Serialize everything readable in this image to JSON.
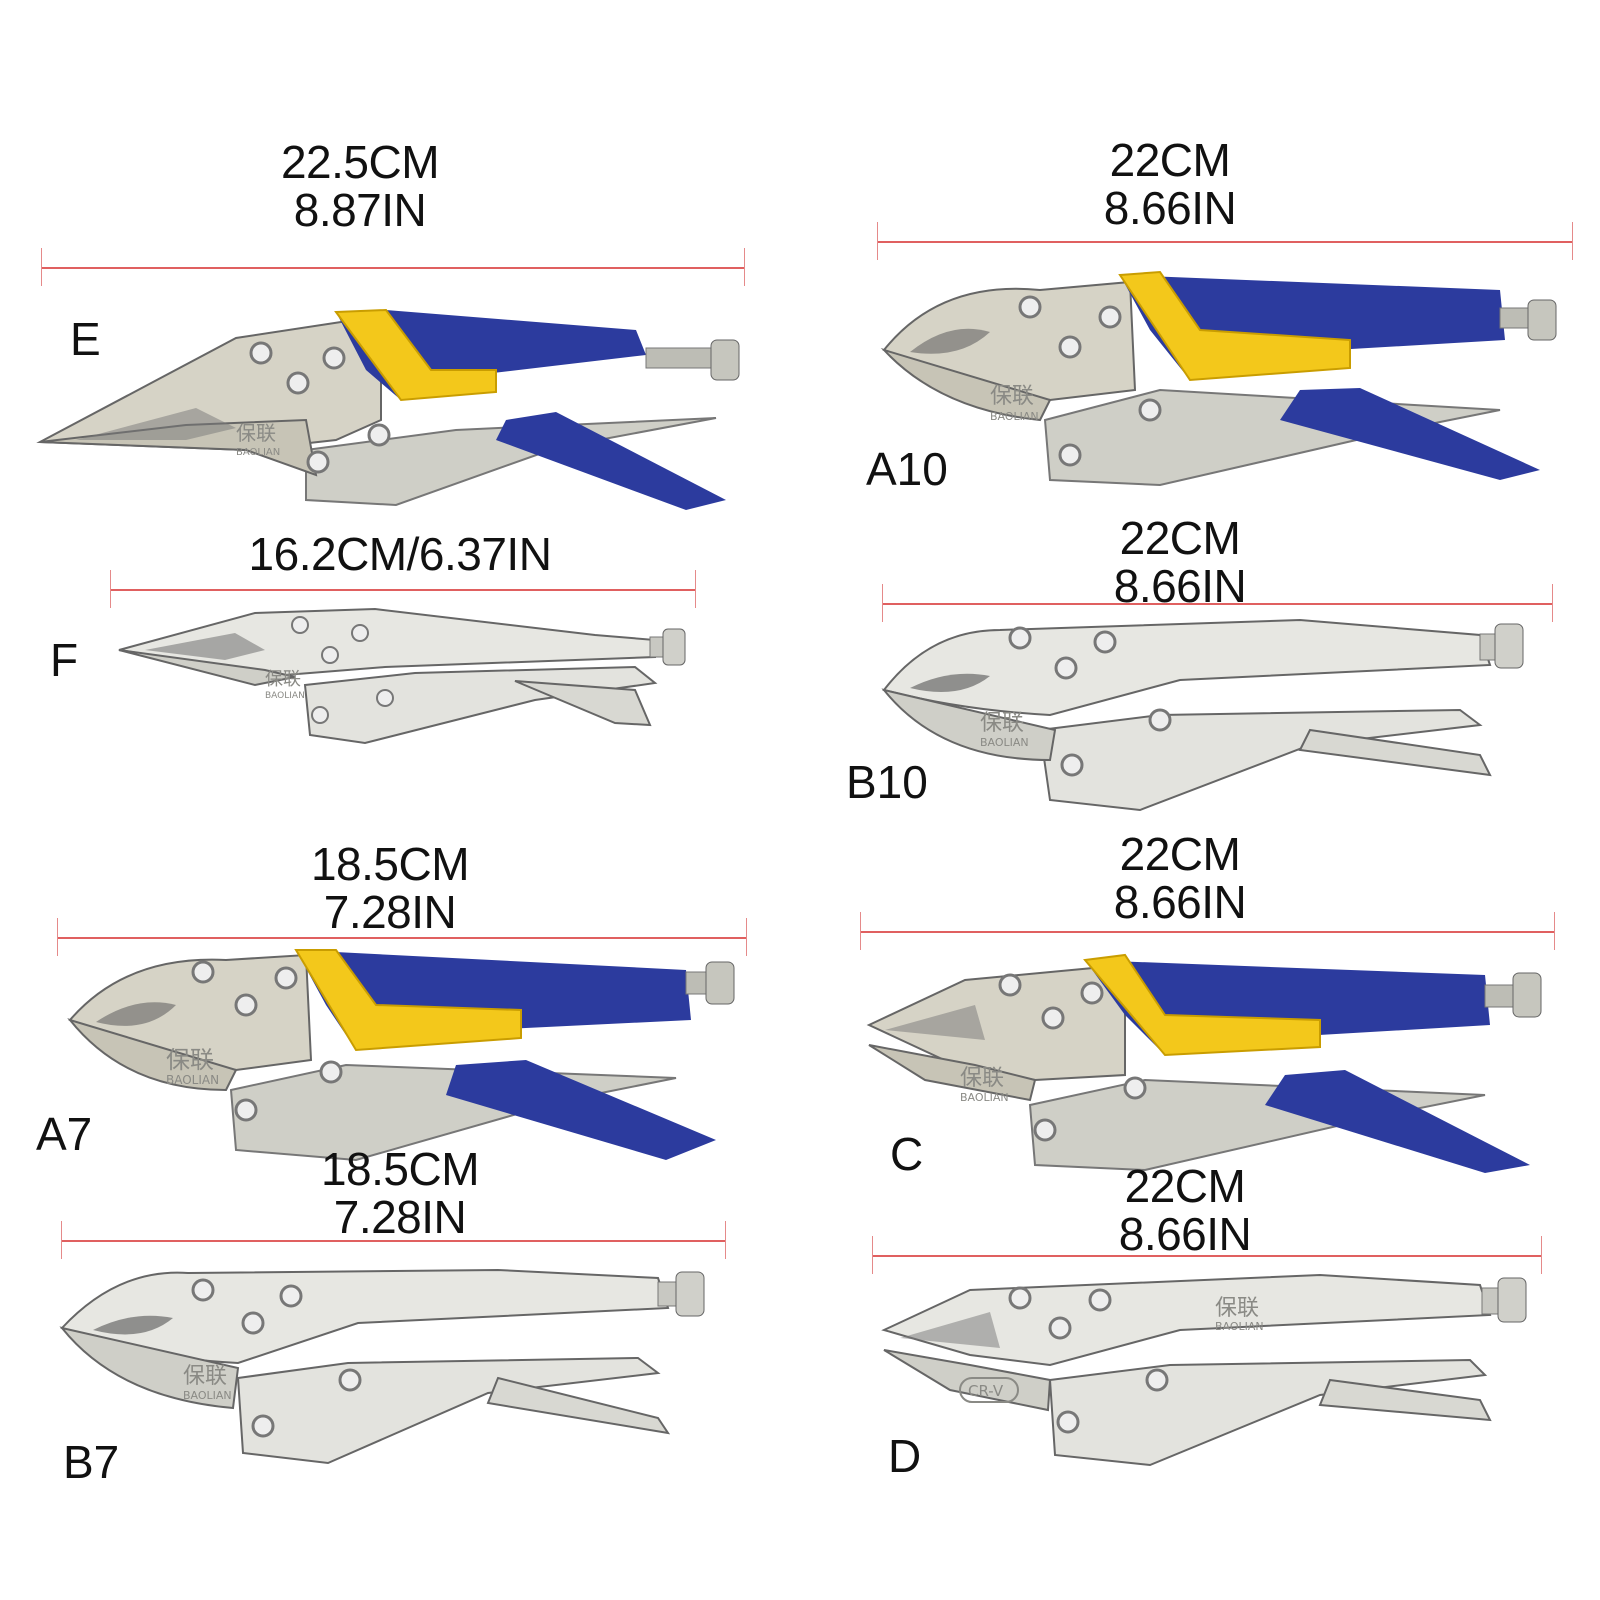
{
  "tools": [
    {
      "id": "E",
      "label": "E",
      "length_cm": "22.5CM",
      "length_in": "8.87IN",
      "handle": "blue-yellow",
      "jaw": "long-nose",
      "marks": [
        "保联",
        "BAOLIAN"
      ]
    },
    {
      "id": "A10",
      "label": "A10",
      "length_cm": "22CM",
      "length_in": "8.66IN",
      "handle": "blue-yellow",
      "jaw": "curved",
      "marks": [
        "保联",
        "BAOLIAN"
      ]
    },
    {
      "id": "F",
      "label": "F",
      "length_combined": "16.2CM/6.37IN",
      "handle": "chrome",
      "jaw": "long-nose",
      "marks": [
        "保联",
        "BAOLIAN"
      ]
    },
    {
      "id": "B10",
      "label": "B10",
      "length_cm": "22CM",
      "length_in": "8.66IN",
      "handle": "chrome",
      "jaw": "curved",
      "marks": [
        "保联",
        "BAOLIAN"
      ]
    },
    {
      "id": "A7",
      "label": "A7",
      "length_cm": "18.5CM",
      "length_in": "7.28IN",
      "handle": "blue-yellow",
      "jaw": "curved",
      "marks": [
        "保联",
        "BAOLIAN"
      ]
    },
    {
      "id": "C",
      "label": "C",
      "length_cm": "22CM",
      "length_in": "8.66IN",
      "handle": "blue-yellow",
      "jaw": "straight",
      "marks": [
        "保联",
        "BAOLIAN"
      ]
    },
    {
      "id": "B7",
      "label": "B7",
      "length_cm": "18.5CM",
      "length_in": "7.28IN",
      "handle": "chrome",
      "jaw": "curved",
      "marks": [
        "保联",
        "BAOLIAN"
      ]
    },
    {
      "id": "D",
      "label": "D",
      "length_cm": "22CM",
      "length_in": "8.66IN",
      "handle": "chrome",
      "jaw": "straight",
      "marks": [
        "保联",
        "BAOLIAN",
        "CR-V"
      ]
    }
  ],
  "colors": {
    "ruler": "#e06060",
    "handle_blue": "#2c3b9e",
    "handle_yellow": "#f3c81b",
    "steel": "#cfcfc7"
  }
}
